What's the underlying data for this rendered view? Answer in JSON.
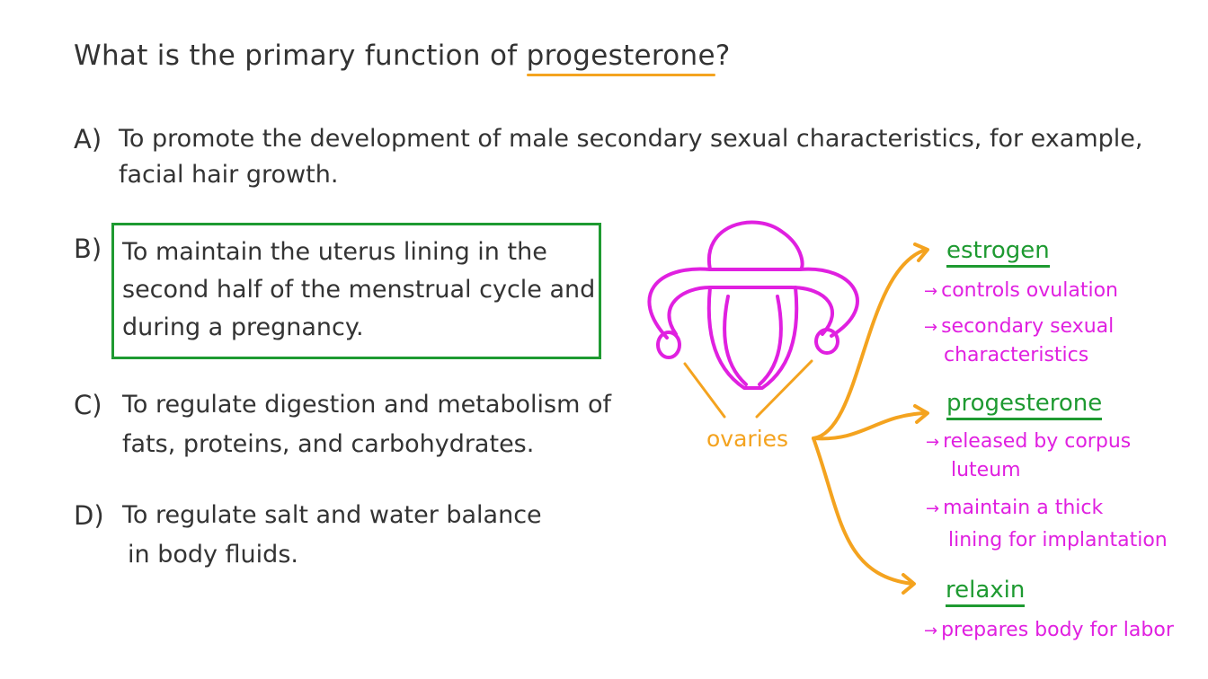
{
  "question": {
    "prefix": "What is the primary function of ",
    "keyword": "progesterone",
    "suffix": "?"
  },
  "options": {
    "a": {
      "letter": "A)",
      "line1": "To promote the development of male secondary sexual characteristics, for example,",
      "line2": "facial hair growth."
    },
    "b": {
      "letter": "B)",
      "line1": "To maintain the uterus lining in the",
      "line2": "second half of the menstrual cycle and",
      "line3": "during a pregnancy."
    },
    "c": {
      "letter": "C)",
      "line1": "To regulate digestion and metabolism of",
      "line2": "fats, proteins, and carbohydrates."
    },
    "d": {
      "letter": "D)",
      "line1": "To regulate salt and water balance",
      "line2": "in body fluids."
    }
  },
  "diagram": {
    "source_label": "ovaries",
    "hormones": [
      {
        "name": "estrogen",
        "notes": [
          "controls ovulation",
          "secondary sexual",
          "characteristics"
        ]
      },
      {
        "name": "progesterone",
        "notes": [
          "released by corpus",
          "luteum",
          "maintain a thick",
          "lining for implantation"
        ]
      },
      {
        "name": "relaxin",
        "notes": [
          "prepares body for labor"
        ]
      }
    ],
    "arrow_glyph": "→",
    "colors": {
      "green": "#1E9A31",
      "magenta": "#E020E0",
      "orange": "#F4A31F",
      "text": "#333333"
    }
  }
}
